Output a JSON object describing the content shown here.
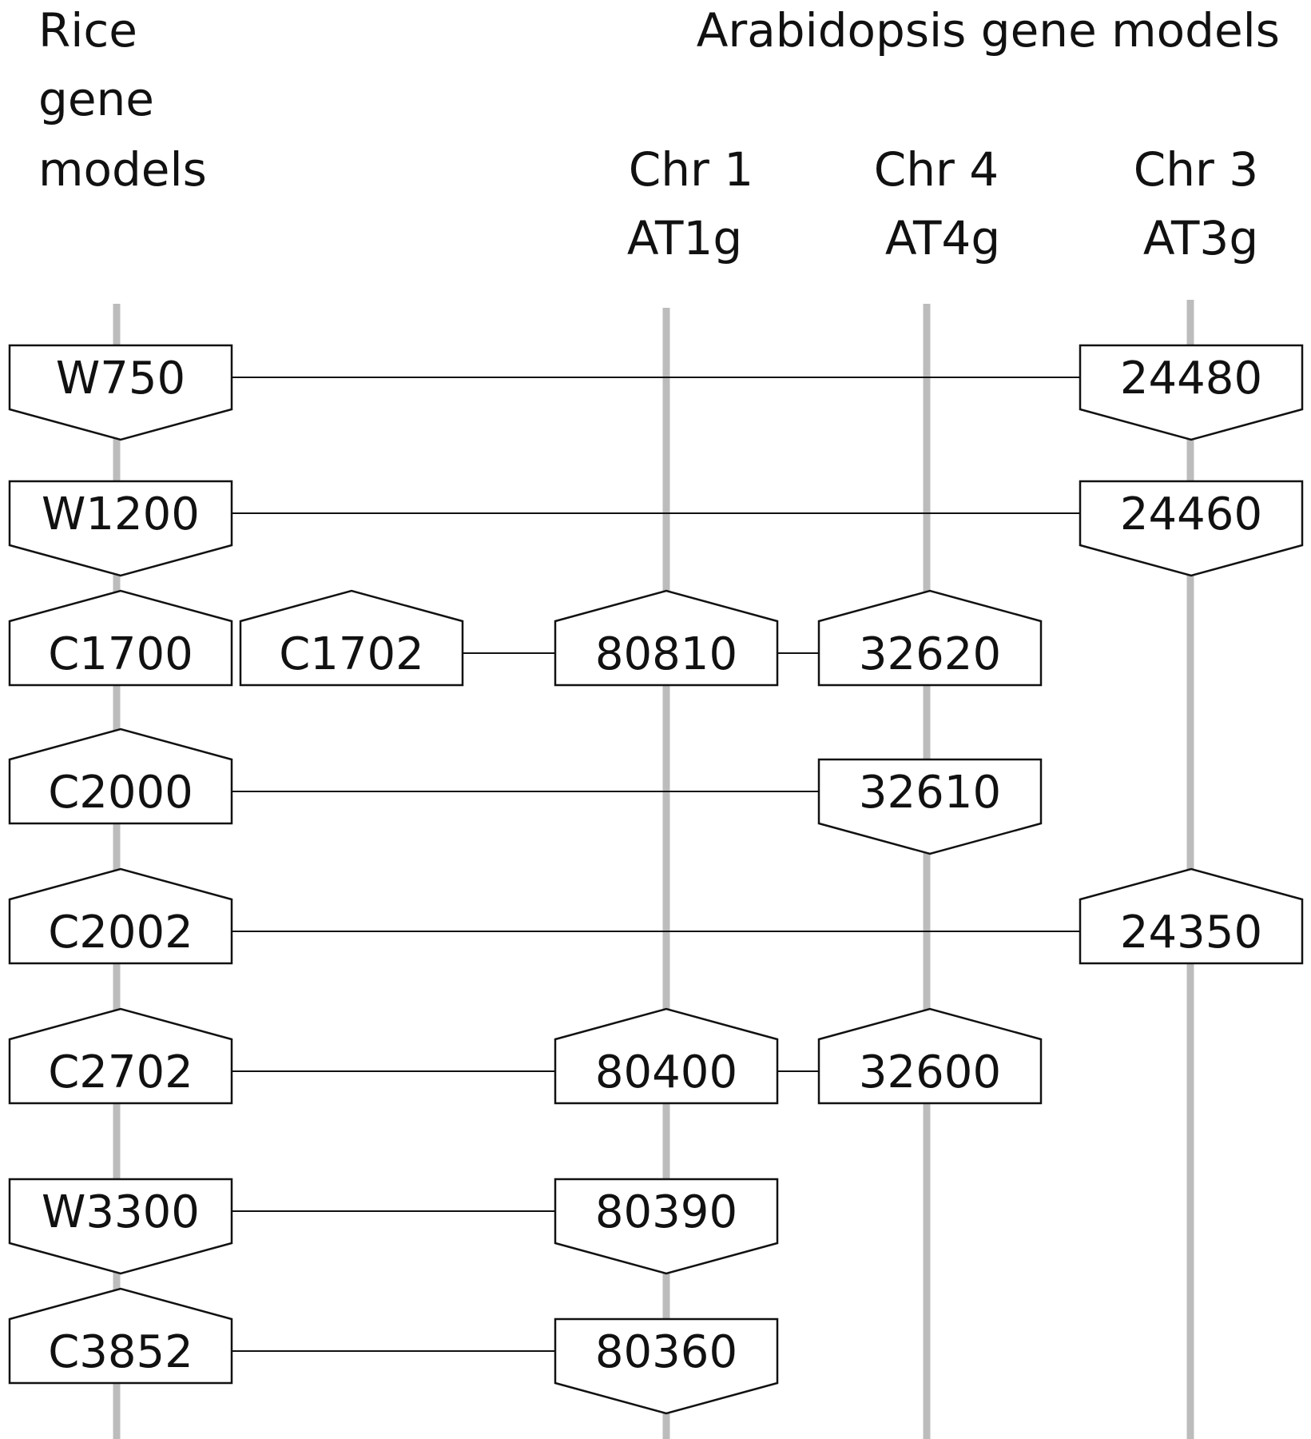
{
  "headers": {
    "rice_line1": "Rice",
    "rice_line2": "gene",
    "rice_line3": "models",
    "arabidopsis": "Arabidopsis gene models"
  },
  "columns": [
    {
      "id": "rice",
      "chr": "",
      "prefix": ""
    },
    {
      "id": "chr1",
      "chr": "Chr 1",
      "prefix": "AT1g"
    },
    {
      "id": "chr4",
      "chr": "Chr 4",
      "prefix": "AT4g"
    },
    {
      "id": "chr3",
      "chr": "Chr 3",
      "prefix": "AT3g"
    }
  ],
  "genes": [
    {
      "id": "W750",
      "col": "rice",
      "row": 0,
      "dir": "down"
    },
    {
      "id": "W1200",
      "col": "rice",
      "row": 1,
      "dir": "down"
    },
    {
      "id": "C1700",
      "col": "rice",
      "row": 2,
      "dir": "up"
    },
    {
      "id": "C1702",
      "col": "rice_extra",
      "row": 2,
      "dir": "up"
    },
    {
      "id": "C2000",
      "col": "rice",
      "row": 3,
      "dir": "up"
    },
    {
      "id": "C2002",
      "col": "rice",
      "row": 4,
      "dir": "up"
    },
    {
      "id": "C2702",
      "col": "rice",
      "row": 5,
      "dir": "up"
    },
    {
      "id": "W3300",
      "col": "rice",
      "row": 6,
      "dir": "down"
    },
    {
      "id": "C3852",
      "col": "rice",
      "row": 7,
      "dir": "up"
    },
    {
      "id": "24480",
      "col": "chr3",
      "row": 0,
      "dir": "down"
    },
    {
      "id": "24460",
      "col": "chr3",
      "row": 1,
      "dir": "down"
    },
    {
      "id": "80810",
      "col": "chr1",
      "row": 2,
      "dir": "up"
    },
    {
      "id": "32620",
      "col": "chr4",
      "row": 2,
      "dir": "up"
    },
    {
      "id": "32610",
      "col": "chr4",
      "row": 3,
      "dir": "down"
    },
    {
      "id": "24350",
      "col": "chr3",
      "row": 4,
      "dir": "up"
    },
    {
      "id": "80400",
      "col": "chr1",
      "row": 5,
      "dir": "up"
    },
    {
      "id": "32600",
      "col": "chr4",
      "row": 5,
      "dir": "up"
    },
    {
      "id": "80390",
      "col": "chr1",
      "row": 6,
      "dir": "down"
    },
    {
      "id": "80360",
      "col": "chr1",
      "row": 7,
      "dir": "down"
    }
  ],
  "links": [
    {
      "from": "W750",
      "to": "24480"
    },
    {
      "from": "W1200",
      "to": "24460"
    },
    {
      "from": "C1702",
      "to": "80810"
    },
    {
      "from": "80810",
      "to": "32620"
    },
    {
      "from": "C2000",
      "to": "32610"
    },
    {
      "from": "C2002",
      "to": "24350"
    },
    {
      "from": "C2702",
      "to": "80400"
    },
    {
      "from": "80400",
      "to": "32600"
    },
    {
      "from": "W3300",
      "to": "80390"
    },
    {
      "from": "C3852",
      "to": "80360"
    }
  ]
}
